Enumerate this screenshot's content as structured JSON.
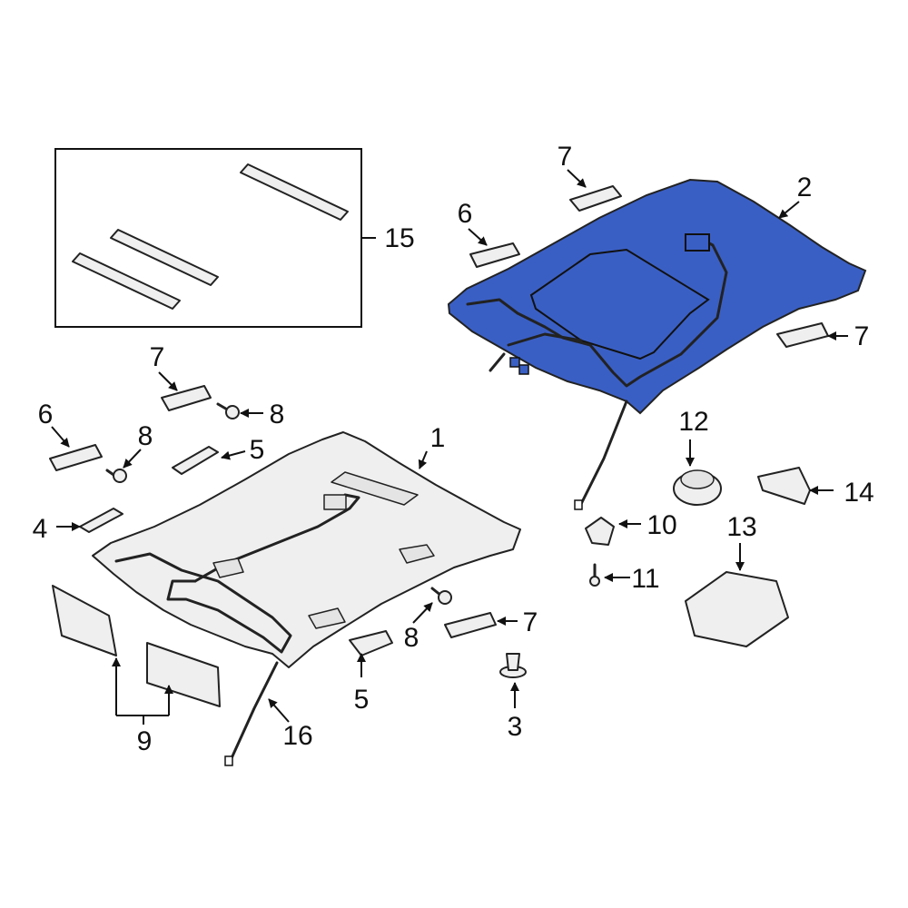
{
  "colors": {
    "highlight_fill": "#3a5fc4",
    "outline": "#222222",
    "part_fill": "#efefef",
    "background": "#ffffff"
  },
  "callouts": {
    "c1": "1",
    "c2": "2",
    "c3": "3",
    "c4": "4",
    "c5a": "5",
    "c5b": "5",
    "c6a": "6",
    "c6b": "6",
    "c7a": "7",
    "c7b": "7",
    "c7c": "7",
    "c7d": "7",
    "c8a": "8",
    "c8b": "8",
    "c8c": "8",
    "c9": "9",
    "c10": "10",
    "c11": "11",
    "c12": "12",
    "c13": "13",
    "c14": "14",
    "c15": "15",
    "c16": "16"
  }
}
